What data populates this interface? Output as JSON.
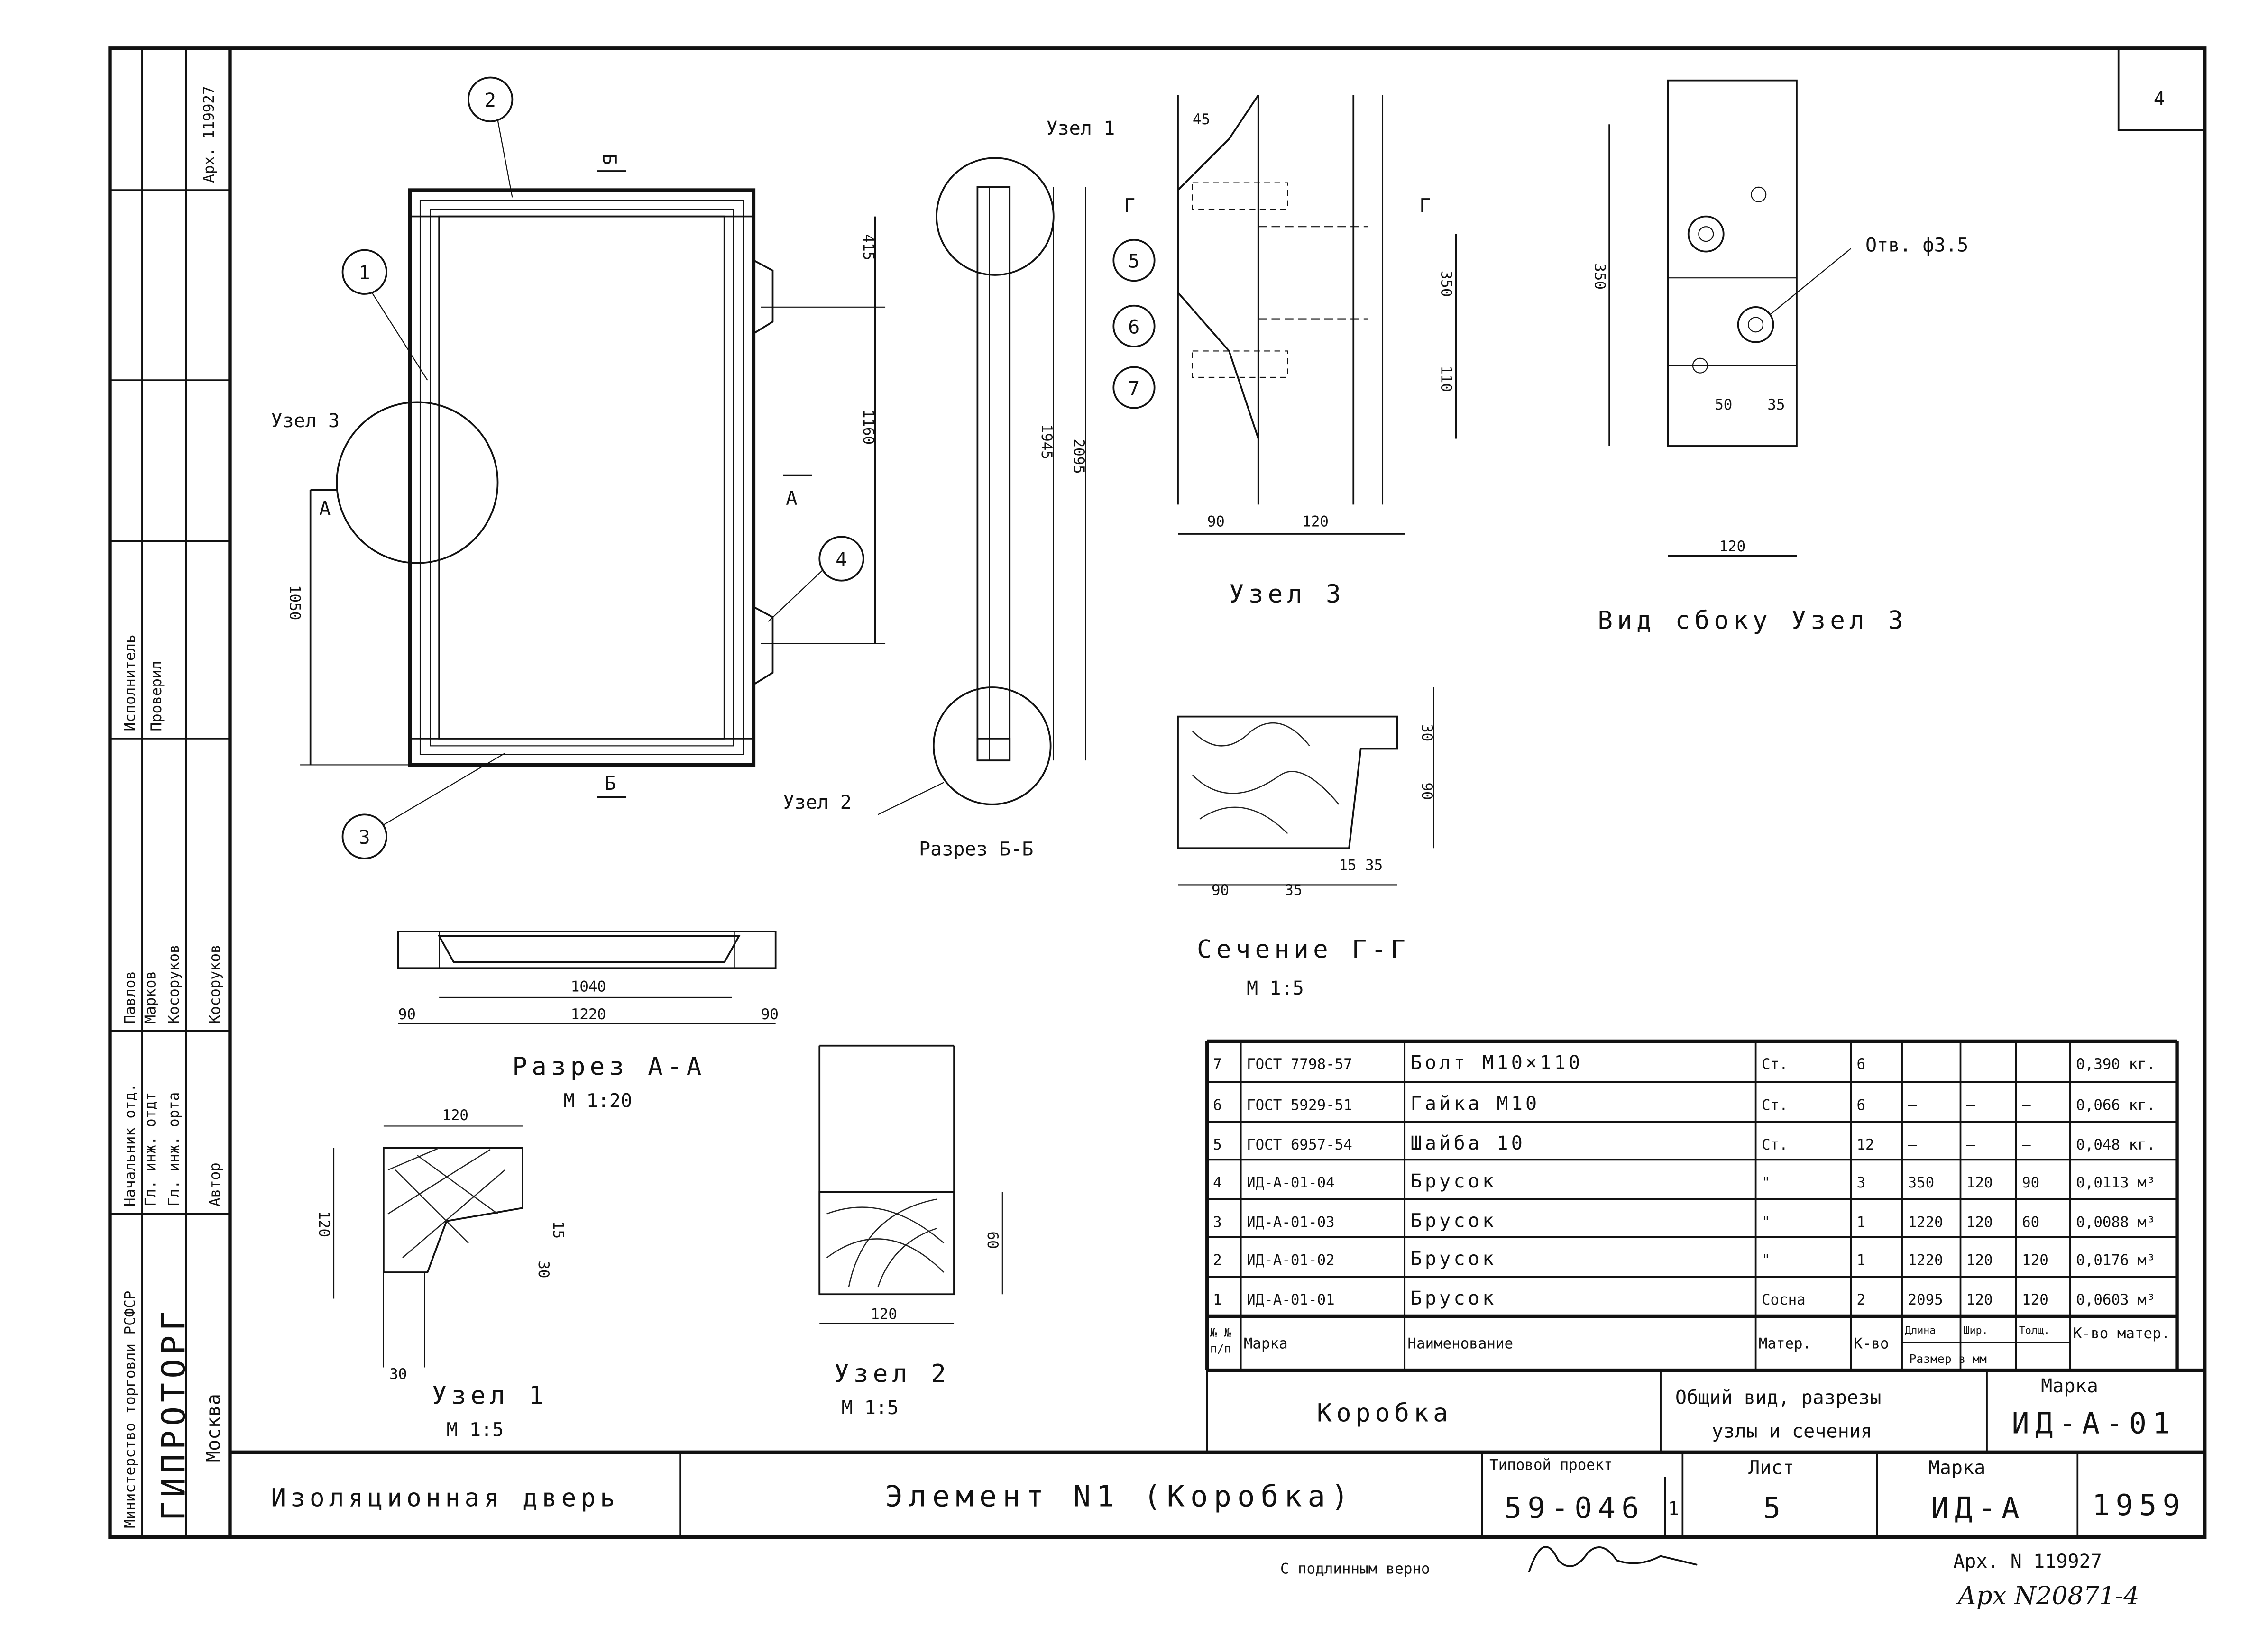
{
  "side_stamp": {
    "archive": "Арх. 119927",
    "ministry": "Министерство торговли РСФСР",
    "org": "ГИПРОТОРГ",
    "city": "Москва",
    "roles": [
      "Начальник отд.",
      "Гл. инж. отдт",
      "Гл. инж. орта",
      "Автор"
    ],
    "names": [
      "Павлов",
      "Марков",
      "Косоруков",
      "Косоруков"
    ],
    "roles2": [
      "Исполнитель",
      "Проверил"
    ]
  },
  "page_corner": "4",
  "elevation": {
    "callouts": [
      "1",
      "2",
      "3",
      "4"
    ],
    "node3_label": "Узел 3",
    "section_a_left": "А",
    "section_a_right": "А",
    "section_b_top": "Б",
    "section_b_bottom": "Б",
    "dims": [
      "415",
      "1160",
      "1050"
    ]
  },
  "section_bb": {
    "node1_label": "Узел 1",
    "node2_label": "Узел 2",
    "title": "Разрез Б-Б",
    "dims": [
      "1945",
      "2095"
    ]
  },
  "node3": {
    "callouts": [
      "5",
      "6",
      "7"
    ],
    "section_g_left": "Г",
    "section_g_right": "Г",
    "dims": [
      "45",
      "350",
      "110",
      "90",
      "120"
    ],
    "title": "Узел 3"
  },
  "side_view": {
    "hole_label": "Отв. ф3.5",
    "dims": [
      "350",
      "50",
      "35",
      "120"
    ],
    "title": "Вид сбоку Узел 3"
  },
  "section_gg": {
    "dims": [
      "30",
      "90",
      "90",
      "35",
      "15 35"
    ],
    "title": "Сечение Г-Г",
    "scale": "М 1:5"
  },
  "section_aa": {
    "dims": [
      "1040",
      "1220",
      "90",
      "90"
    ],
    "title": "Разрез А-А",
    "scale": "М 1:20"
  },
  "node1_detail": {
    "dims": [
      "120",
      "120",
      "15",
      "30",
      "30"
    ],
    "title": "Узел 1",
    "scale": "М 1:5"
  },
  "node2_detail": {
    "dims": [
      "60",
      "120"
    ],
    "title": "Узел 2",
    "scale": "М 1:5"
  },
  "parts_table": {
    "headers": [
      "№ № п/п",
      "Марка",
      "Наименование",
      "Матер.",
      "К-во",
      "Длина",
      "Шир.",
      "Толщ.",
      "К-во матер."
    ],
    "size_header": "Размер в мм",
    "rows": [
      [
        "7",
        "ГОСТ 7798-57",
        "Болт  М10×110",
        "Ст.",
        "6",
        "",
        "",
        "",
        "0,390 кг."
      ],
      [
        "6",
        "ГОСТ 5929-51",
        "Гайка  М10",
        "Ст.",
        "6",
        "—",
        "—",
        "—",
        "0,066 кг."
      ],
      [
        "5",
        "ГОСТ 6957-54",
        "Шайба  10",
        "Ст.",
        "12",
        "—",
        "—",
        "—",
        "0,048 кг."
      ],
      [
        "4",
        "ИД-А-01-04",
        "Брусок",
        "\"",
        "3",
        "350",
        "120",
        "90",
        "0,0113 м³"
      ],
      [
        "3",
        "ИД-А-01-03",
        "Брусок",
        "\"",
        "1",
        "1220",
        "120",
        "60",
        "0,0088 м³"
      ],
      [
        "2",
        "ИД-А-01-02",
        "Брусок",
        "\"",
        "1",
        "1220",
        "120",
        "120",
        "0,0176 м³"
      ],
      [
        "1",
        "ИД-А-01-01",
        "Брусок",
        "Сосна",
        "2",
        "2095",
        "120",
        "120",
        "0,0603 м³"
      ]
    ]
  },
  "title_block": {
    "element_name": "Коробка",
    "sheet_content": [
      "Общий вид, разрезы",
      "узлы и сечения"
    ],
    "mark_label": "Марка",
    "mark_value": "ИД-А-01",
    "product": "Изоляционная дверь",
    "element": "Элемент N1 (Коробка)",
    "project_label": "Типовой проект",
    "project_value": "59-046",
    "project_part": "1",
    "sheet_label": "Лист",
    "sheet_value": "5",
    "mark2_label": "Марка",
    "mark2_value": "ИД-А",
    "year": "1959"
  },
  "footer": {
    "certified": "С подлинным верно",
    "archive1": "Арх. N 119927",
    "archive2": "Арх N20871-4"
  }
}
